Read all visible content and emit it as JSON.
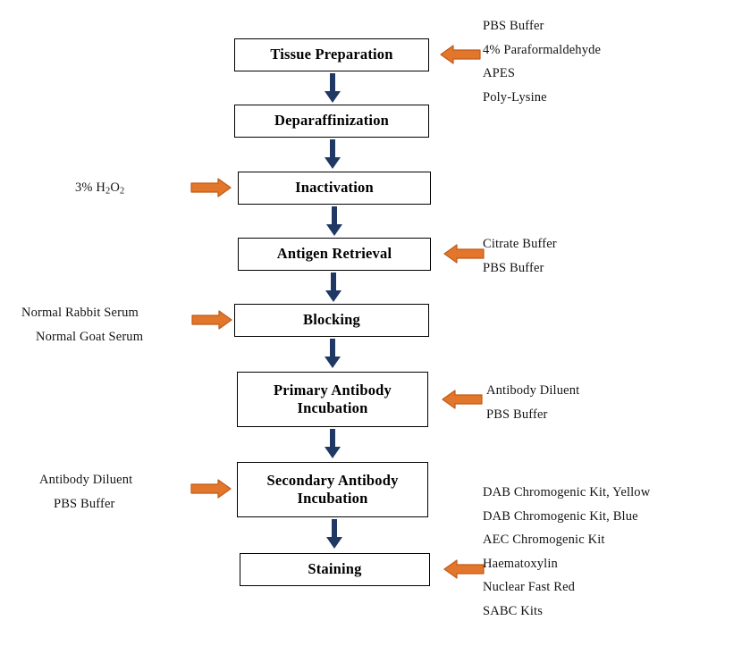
{
  "diagram": {
    "title": "Immunohistochemistry Workflow",
    "colors": {
      "arrow_navy": "#1F3864",
      "arrow_orange": "#E2762B",
      "arrow_orange_outline": "#C05A18",
      "box_border": "#000000",
      "background": "#FFFFFF",
      "text": "#000000"
    },
    "steps": [
      {
        "id": "tissue-preparation",
        "label": "Tissue Preparation"
      },
      {
        "id": "deparaffinization",
        "label": "Deparaffinization"
      },
      {
        "id": "inactivation",
        "label": "Inactivation"
      },
      {
        "id": "antigen-retrieval",
        "label": "Antigen Retrieval"
      },
      {
        "id": "blocking",
        "label": "Blocking"
      },
      {
        "id": "primary-antibody-incubation",
        "label": "Primary Antibody\nIncubation"
      },
      {
        "id": "secondary-antibody-incubation",
        "label": "Secondary Antibody\nIncubation"
      },
      {
        "id": "staining",
        "label": "Staining"
      }
    ],
    "reagent_groups": [
      {
        "id": "tissue-preparation-reagents",
        "step": "tissue-preparation",
        "side": "right",
        "arrow": "left-pointing",
        "items": [
          "PBS Buffer",
          "4% Paraformaldehyde",
          "APES",
          "Poly-Lysine"
        ]
      },
      {
        "id": "inactivation-reagents",
        "step": "inactivation",
        "side": "left",
        "arrow": "right-pointing",
        "items": [
          "3% H2O2"
        ],
        "items_html": [
          "3% H<sub>2</sub>O<sub>2</sub>"
        ]
      },
      {
        "id": "antigen-retrieval-reagents",
        "step": "antigen-retrieval",
        "side": "right",
        "arrow": "left-pointing",
        "items": [
          "Citrate Buffer",
          "PBS Buffer"
        ]
      },
      {
        "id": "blocking-reagents",
        "step": "blocking",
        "side": "left",
        "arrow": "right-pointing",
        "items": [
          "Normal Rabbit Serum",
          "Normal Goat Serum"
        ]
      },
      {
        "id": "primary-antibody-reagents",
        "step": "primary-antibody-incubation",
        "side": "right",
        "arrow": "left-pointing",
        "items": [
          "Antibody Diluent",
          "PBS Buffer"
        ]
      },
      {
        "id": "secondary-antibody-reagents",
        "step": "secondary-antibody-incubation",
        "side": "left",
        "arrow": "right-pointing",
        "items": [
          "Antibody Diluent",
          "PBS Buffer"
        ]
      },
      {
        "id": "staining-reagents",
        "step": "staining",
        "side": "right",
        "arrow": "left-pointing",
        "items": [
          "DAB Chromogenic Kit, Yellow",
          "DAB Chromogenic Kit, Blue",
          "AEC Chromogenic Kit",
          "Haematoxylin",
          "Nuclear Fast Red",
          "SABC Kits"
        ]
      }
    ]
  }
}
